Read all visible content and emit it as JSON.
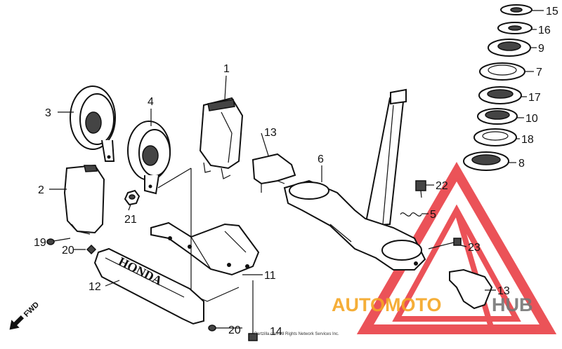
{
  "callouts": [
    {
      "id": "c1",
      "text": "1"
    },
    {
      "id": "c2",
      "text": "2"
    },
    {
      "id": "c3",
      "text": "3"
    },
    {
      "id": "c4",
      "text": "4"
    },
    {
      "id": "c5",
      "text": "5"
    },
    {
      "id": "c6",
      "text": "6"
    },
    {
      "id": "c7",
      "text": "7"
    },
    {
      "id": "c8",
      "text": "8"
    },
    {
      "id": "c9",
      "text": "9"
    },
    {
      "id": "c10",
      "text": "10"
    },
    {
      "id": "c11",
      "text": "11"
    },
    {
      "id": "c12",
      "text": "12"
    },
    {
      "id": "c13a",
      "text": "13"
    },
    {
      "id": "c13b",
      "text": "13"
    },
    {
      "id": "c14",
      "text": "14"
    },
    {
      "id": "c15",
      "text": "15"
    },
    {
      "id": "c16",
      "text": "16"
    },
    {
      "id": "c17",
      "text": "17"
    },
    {
      "id": "c18",
      "text": "18"
    },
    {
      "id": "c19",
      "text": "19"
    },
    {
      "id": "c20a",
      "text": "20"
    },
    {
      "id": "c20b",
      "text": "20"
    },
    {
      "id": "c21",
      "text": "21"
    },
    {
      "id": "c22",
      "text": "22"
    },
    {
      "id": "c23",
      "text": "23"
    }
  ],
  "fwd_label": "FWD",
  "brand_on_part": "HONDA",
  "copyright": "Partzilla.com All Rights Network Services Inc.",
  "watermark": {
    "left": "AUTOMOTO",
    "right": "HUB"
  },
  "colors": {
    "watermark_red": "#e8353b",
    "watermark_orange": "#f5a623",
    "watermark_gray": "#777777"
  }
}
